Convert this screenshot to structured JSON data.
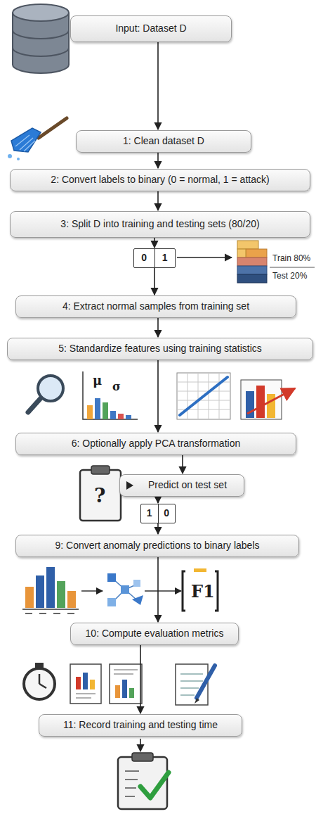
{
  "diagram": {
    "nodes": [
      {
        "text": [
          "Input: Dataset D"
        ]
      },
      {
        "text": [
          "1: Clean dataset D"
        ]
      },
      {
        "text": [
          "2: Convert labels to binary (0 = normal, 1 = attack)"
        ]
      },
      {
        "text": [
          "3: Split D into training and testing sets (80/20)"
        ]
      },
      {
        "text": [
          "0",
          "1"
        ]
      },
      {
        "text": [
          "4: Extract normal samples from training set"
        ]
      },
      {
        "text": [
          "5: Standardize features using training statistics"
        ]
      },
      {
        "text": [
          "6: Optionally apply PCA transformation"
        ]
      },
      {
        "text": [
          "Predict on test set"
        ]
      },
      {
        "text": [
          "1",
          "0"
        ]
      },
      {
        "text": [
          "9: Convert anomaly predictions to binary labels"
        ]
      },
      {
        "text": [
          "10: Compute evaluation metrics"
        ]
      },
      {
        "text": [
          "11: Record training and testing time"
        ]
      }
    ],
    "edges": [
      {
        "from": 0,
        "to": 1,
        "arrow": "to"
      },
      {
        "from": 1,
        "to": 2,
        "arrow": "to"
      },
      {
        "from": 2,
        "to": 3,
        "arrow": "to"
      },
      {
        "from": 3,
        "to": 4,
        "arrow": "to"
      },
      {
        "from": 4,
        "to": 5,
        "arrow": "to"
      },
      {
        "from": 5,
        "to": 6,
        "arrow": "to"
      },
      {
        "from": 6,
        "to": 7,
        "arrow": "to"
      },
      {
        "from": 7,
        "to": 8,
        "arrow": "to"
      },
      {
        "from": 8,
        "to": 9,
        "arrow": "to"
      },
      {
        "from": 9,
        "to": 10,
        "arrow": "to"
      },
      {
        "from": 10,
        "to": 11,
        "arrow": "to"
      },
      {
        "from": 11,
        "to": 12,
        "arrow": "to"
      }
    ],
    "labels": [
      "Train 80%",
      "Test 20%",
      "μ",
      "σ",
      "?",
      "F1"
    ]
  }
}
